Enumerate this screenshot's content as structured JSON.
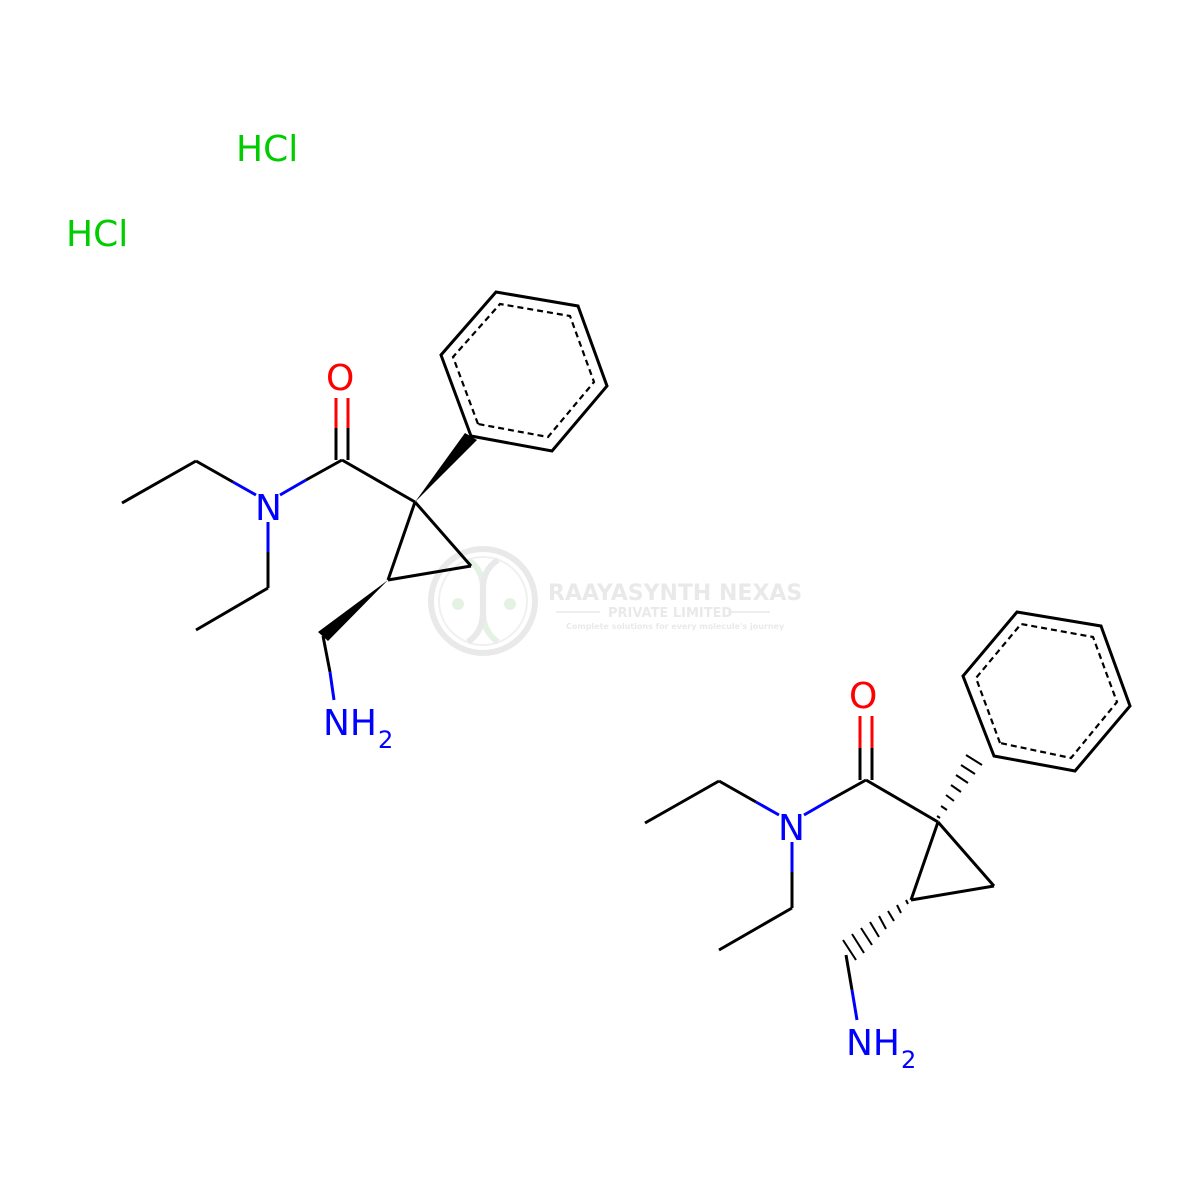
{
  "colors": {
    "carbon_bond": "#000000",
    "nitrogen": "#0000ff",
    "oxygen": "#ff0000",
    "chlorine": "#00cc00",
    "watermark": "#d8d8d8"
  },
  "salts": [
    {
      "label": "HCl"
    },
    {
      "label": "HCl"
    }
  ],
  "molecules": [
    {
      "amine_label": "NH",
      "amine_sub": "2",
      "amide_n_label": "N",
      "carbonyl_o_label": "O",
      "stereo": "wedge"
    },
    {
      "amine_label": "NH",
      "amine_sub": "2",
      "amide_n_label": "N",
      "carbonyl_o_label": "O",
      "stereo": "hash"
    }
  ],
  "watermark": {
    "name": "RAAYASYNTH NEXAS",
    "subtitle": "PRIVATE LIMITED",
    "tagline": "Complete solutions for every molecule's journey",
    "icon": "dna-helix-logo-icon"
  }
}
